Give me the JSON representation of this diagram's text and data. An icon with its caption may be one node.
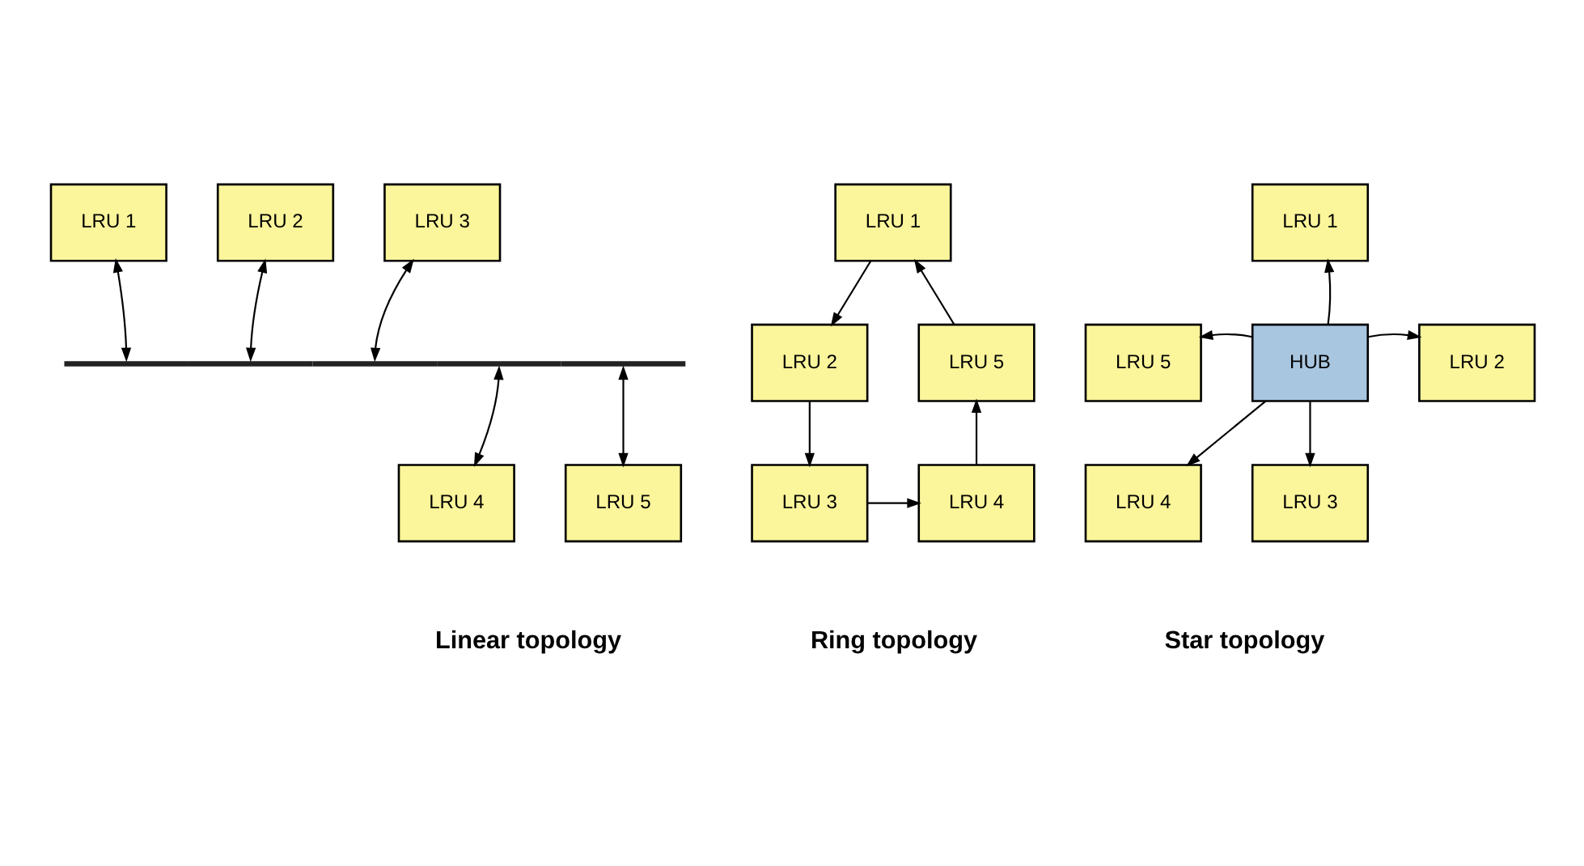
{
  "diagram": {
    "nodes": [
      {
        "text": [
          "LRU 1"
        ]
      },
      {
        "text": [
          "LRU 2"
        ]
      },
      {
        "text": [
          "LRU 3"
        ]
      },
      {
        "text": [
          "LRU 4"
        ]
      },
      {
        "text": [
          "LRU 5"
        ]
      },
      {
        "text": [],
        "shape": "bar"
      },
      {
        "text": [
          "LRU 1"
        ]
      },
      {
        "text": [
          "LRU 2"
        ]
      },
      {
        "text": [
          "LRU 3"
        ]
      },
      {
        "text": [
          "LRU 4"
        ]
      },
      {
        "text": [
          "LRU 5"
        ]
      },
      {
        "text": [
          "HUB"
        ]
      },
      {
        "text": [
          "LRU 1"
        ]
      },
      {
        "text": [
          "LRU 2"
        ]
      },
      {
        "text": [
          "LRU 3"
        ]
      },
      {
        "text": [
          "LRU 4"
        ]
      },
      {
        "text": [
          "LRU 5"
        ]
      }
    ],
    "edges": [
      {
        "from": 0,
        "to": 5,
        "arrow": "both"
      },
      {
        "from": 1,
        "to": 5,
        "arrow": "both"
      },
      {
        "from": 2,
        "to": 5,
        "arrow": "both"
      },
      {
        "from": 5,
        "to": 3,
        "arrow": "both"
      },
      {
        "from": 5,
        "to": 4,
        "arrow": "both"
      },
      {
        "from": 6,
        "to": 7,
        "arrow": "to"
      },
      {
        "from": 7,
        "to": 8,
        "arrow": "to"
      },
      {
        "from": 8,
        "to": 9,
        "arrow": "to"
      },
      {
        "from": 9,
        "to": 10,
        "arrow": "to"
      },
      {
        "from": 10,
        "to": 6,
        "arrow": "to"
      },
      {
        "from": 11,
        "to": 12,
        "arrow": "to"
      },
      {
        "from": 11,
        "to": 13,
        "arrow": "to"
      },
      {
        "from": 11,
        "to": 14,
        "arrow": "to"
      },
      {
        "from": 11,
        "to": 15,
        "arrow": "to"
      },
      {
        "from": 11,
        "to": 16,
        "arrow": "to"
      }
    ],
    "labels": [
      "Linear topology",
      "Ring topology",
      "Star topology"
    ]
  }
}
